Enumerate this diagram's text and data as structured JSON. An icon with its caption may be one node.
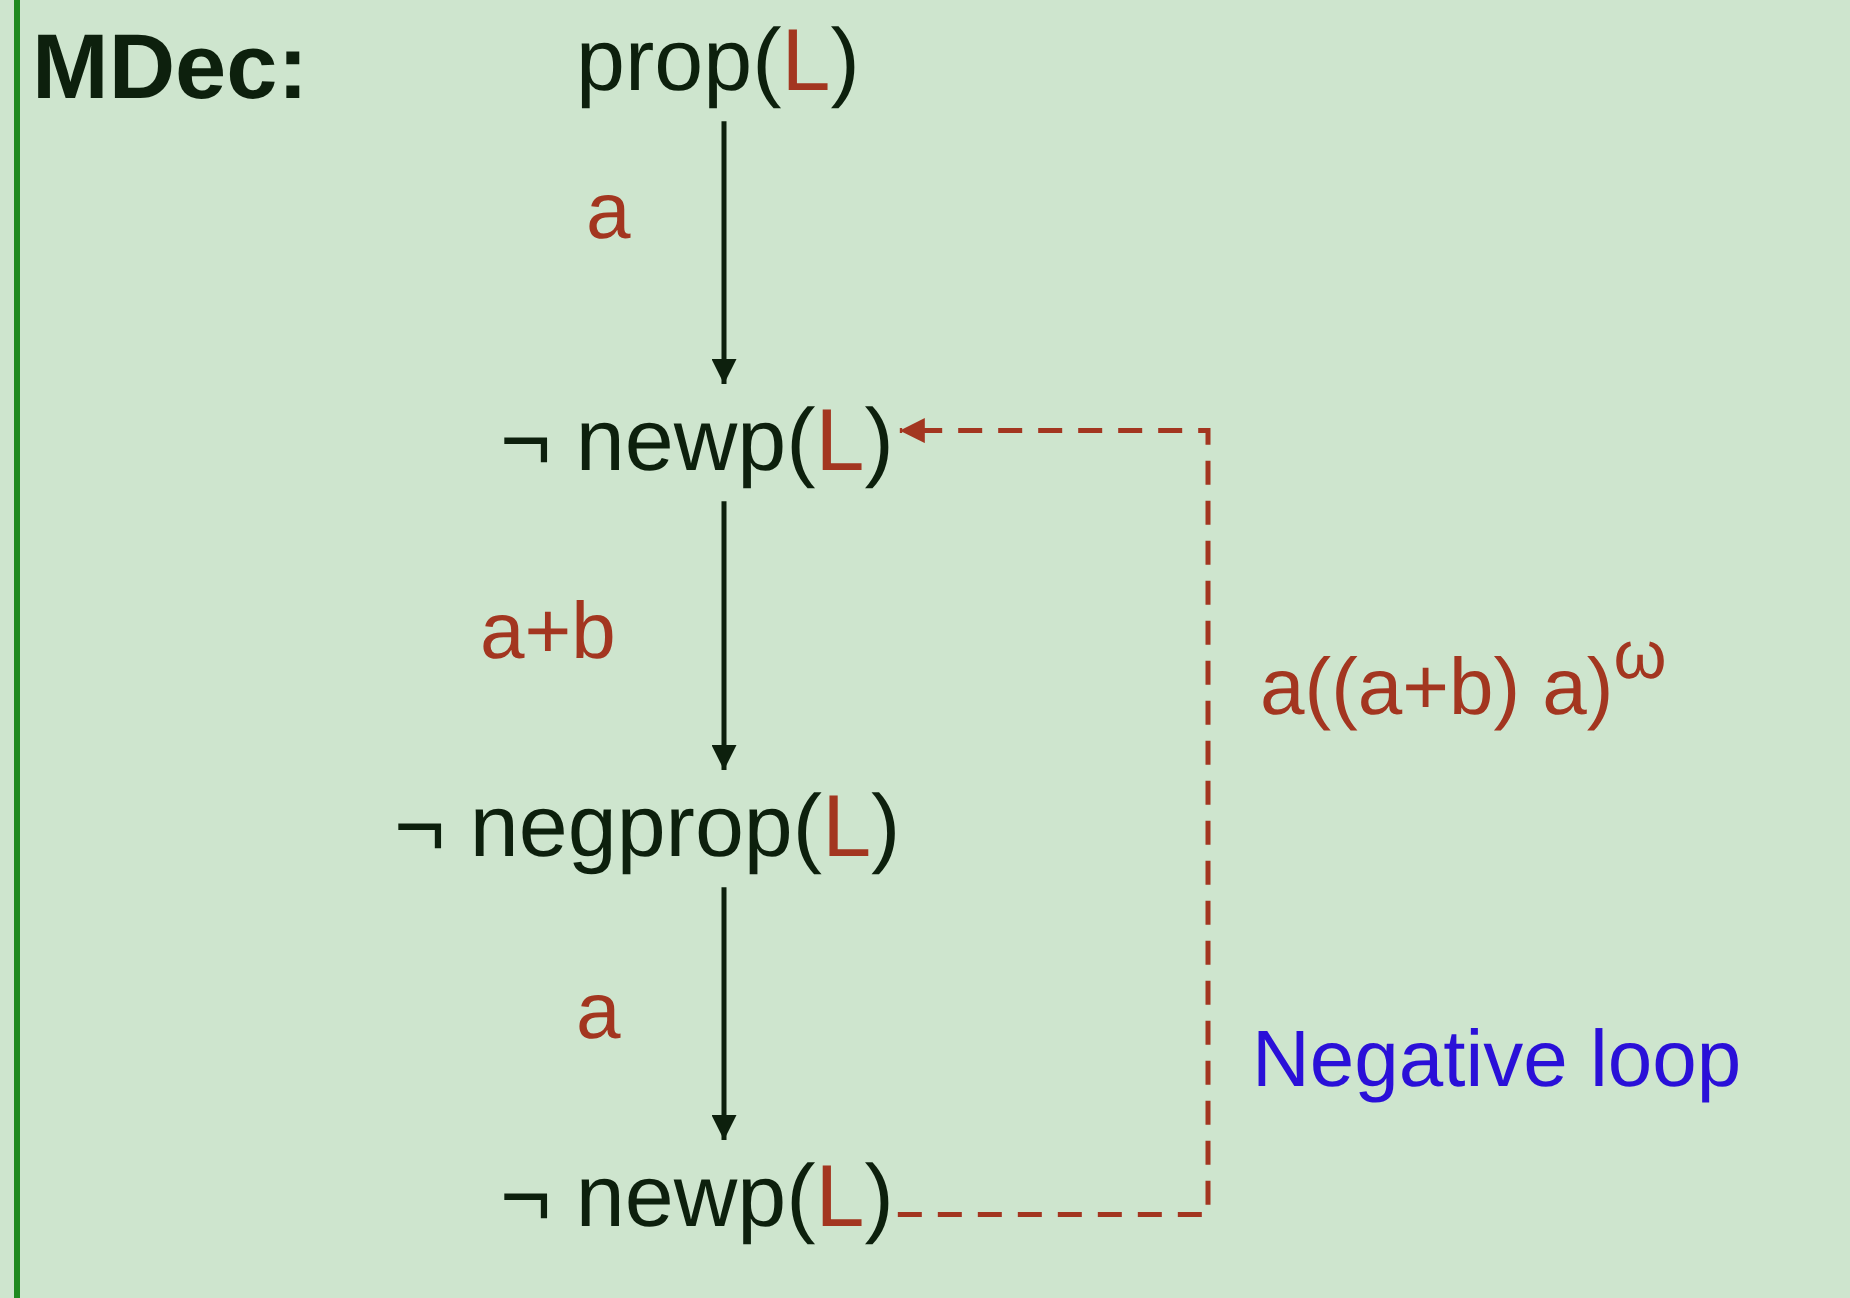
{
  "diagram": {
    "title": "MDec:",
    "nodes": [
      {
        "text": [
          "prop(L)"
        ]
      },
      {
        "text": [
          "¬ newp(L)"
        ]
      },
      {
        "text": [
          "¬ negprop(L)"
        ]
      },
      {
        "text": [
          "¬ newp(L)"
        ]
      }
    ],
    "edges": [
      {
        "from": 0,
        "to": 1,
        "arrow": "to",
        "label": "a"
      },
      {
        "from": 1,
        "to": 2,
        "arrow": "to",
        "label": "a+b"
      },
      {
        "from": 2,
        "to": 3,
        "arrow": "to",
        "label": "a"
      },
      {
        "from": 3,
        "to": 1,
        "arrow": "to",
        "label": "a((a+b) a)$^{ω}$",
        "style": "dashed",
        "color": "#a33620"
      }
    ],
    "labels": [
      "Negative loop"
    ]
  }
}
